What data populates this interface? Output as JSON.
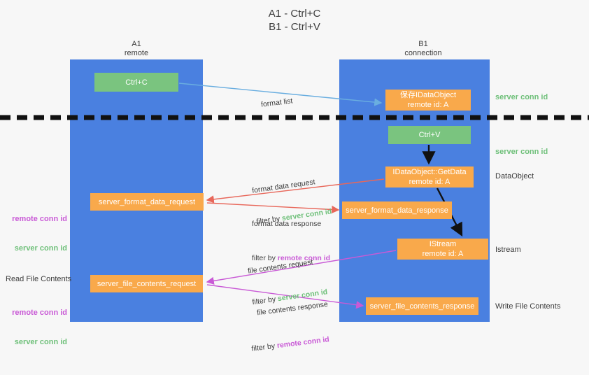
{
  "title": "A1 - Ctrl+C\nB1 - Ctrl+V",
  "columns": {
    "left": {
      "name": "A1",
      "role": "remote",
      "header": "A1\nremote"
    },
    "right": {
      "name": "B1",
      "role": "connection",
      "header": "B1\nconnection"
    }
  },
  "boxes": {
    "ctrl_c": {
      "label": "Ctrl+C",
      "color": "#7ac47f"
    },
    "ctrl_v": {
      "label": "Ctrl+V",
      "color": "#7ac47f"
    },
    "save_idataobject": {
      "line1": "保存IDataObject",
      "line2": "remote id: A",
      "color": "#f9a94b"
    },
    "getdata": {
      "line1": "IDataObject::GetData",
      "line2": "remote id: A",
      "color": "#f9a94b"
    },
    "istream": {
      "line1": "IStream",
      "line2": "remote id: A",
      "color": "#f9a94b"
    },
    "server_format_data_request": {
      "label": "server_format_data_request",
      "color": "#f9a94b"
    },
    "server_format_data_response": {
      "label": "server_format_data_response",
      "color": "#f9a94b"
    },
    "server_file_contents_request": {
      "label": "server_file_contents_request",
      "color": "#f9a94b"
    },
    "server_file_contents_response": {
      "label": "server_file_contents_response",
      "color": "#f9a94b"
    }
  },
  "flows": {
    "format_list": {
      "label": "format list"
    },
    "format_data_request": {
      "label": "format data request",
      "filter_prefix": "filter by ",
      "filter_value": "server conn id",
      "filter_color": "#6fc07a"
    },
    "format_data_response": {
      "label": "format data response",
      "filter_prefix": "filter by ",
      "filter_value": "remote conn id",
      "filter_color": "#c95ad6"
    },
    "file_contents_request": {
      "label": "file contents request",
      "filter_prefix": "filter by ",
      "filter_value": "server conn id",
      "filter_color": "#6fc07a"
    },
    "file_contents_response": {
      "label": "file contents response",
      "filter_prefix": "filter by ",
      "filter_value": "remote conn id",
      "filter_color": "#c95ad6"
    }
  },
  "side_labels": {
    "server_conn_id_top": "server conn id",
    "server_conn_id_mid": "server conn id",
    "data_object": "DataObject",
    "istream": "Istream",
    "write_file_contents": "Write File Contents",
    "read_file_contents": "Read File Contents",
    "remote_conn_id": "remote conn id",
    "server_conn_id": "server conn id"
  },
  "colors": {
    "lane": "#4a80e0",
    "green": "#6fc07a",
    "magenta": "#c95ad6",
    "orange": "#f9a94b",
    "green_box": "#7ac47f",
    "background": "#f7f7f7",
    "arrow_lightblue": "#6aaee0",
    "arrow_red": "#e8675a",
    "arrow_black": "#111111"
  }
}
